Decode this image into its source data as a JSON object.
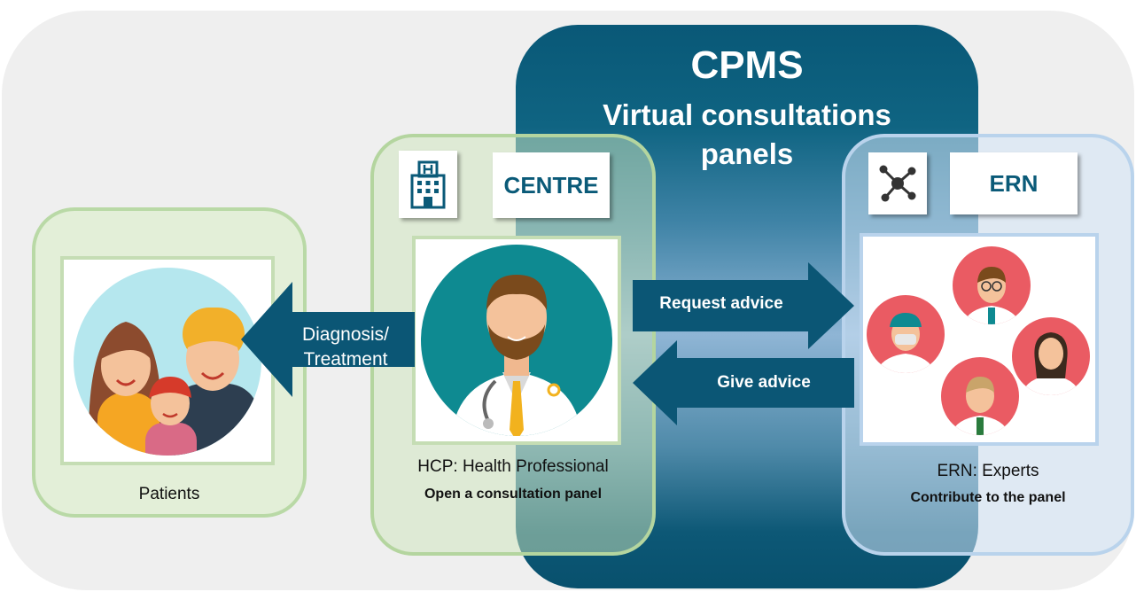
{
  "cpms": {
    "title": "CPMS",
    "subtitle_line1": "Virtual consultations",
    "subtitle_line2": "panels"
  },
  "centre": {
    "label": "CENTRE",
    "icon": "hospital-icon",
    "caption": "HCP: Health Professional",
    "caption_bold": "Open a consultation panel"
  },
  "ern": {
    "label": "ERN",
    "icon": "network-icon",
    "caption": "ERN: Experts",
    "caption_bold": "Contribute to the panel"
  },
  "patients": {
    "caption": "Patients"
  },
  "arrows": {
    "diagnosis_line1": "Diagnosis/",
    "diagnosis_line2": "Treatment",
    "request": "Request advice",
    "give": "Give advice"
  },
  "colors": {
    "brand_dark": "#0a5a78",
    "arrow": "#0b5675",
    "panel_green": "#b4d59f",
    "panel_blue": "#b9d3ec",
    "expert_circle": "#ea5b63"
  }
}
